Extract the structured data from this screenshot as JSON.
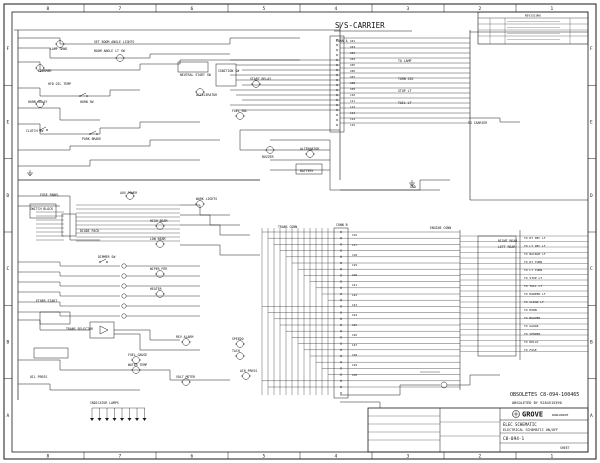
{
  "sheet": {
    "title": "S/S-CARRIER",
    "obsolete_line": "OBSOLETES C8-094-100465",
    "obsoleted_line": "OBSOLETED BY 9284515390",
    "company": "GROVE",
    "company_suffix": "WORLDWIDE",
    "drawing_title_1": "ELEC SCHEMATIC",
    "drawing_title_2": "ELECTRICAL SCHEMATIC ON/OFF",
    "drawing_number": "C8-094-1",
    "sheet_label": "SHEET",
    "revision_table_header": "REVISIONS"
  },
  "border": {
    "columns": [
      "8",
      "7",
      "6",
      "5",
      "4",
      "3",
      "2",
      "1"
    ],
    "rows": [
      "F",
      "E",
      "D",
      "C",
      "B",
      "A"
    ]
  },
  "labels": {
    "left_top_1": "SET BOOM ANGLE LIGHTS",
    "left_top_2": "BOOM ANGLE LT SW",
    "left_top_3": "LAMP GRND",
    "hyd_oil": "HYD OIL TEMP",
    "horn_relay": "HORN RELAY",
    "horn_sw": "HORN SW",
    "flasher": "FLASHER",
    "clutch_sw": "CLUTCH SW",
    "park_brake": "PARK BRAKE",
    "accel": "ACCELERATOR",
    "neutral_sw": "NEUTRAL START SW",
    "ignition": "IGNITION SW",
    "start_relay": "START RELAY",
    "fuel_sol": "FUEL SOL",
    "fuse_panel": "FUSE PANEL",
    "aux_power": "AUX POWER",
    "work_lights": "WORK LIGHTS",
    "buzzer": "BUZZER",
    "alternator": "ALTERNATOR",
    "battery": "BATTERY",
    "ground": "GND",
    "to_lamp": "TO LAMP",
    "turn_sig": "TURN SIG",
    "stop_lt": "STOP LT",
    "tail_lt": "TAIL LT",
    "right_rear": "RIGHT REAR",
    "left_rear": "LEFT REAR",
    "engine_conn": "ENGINE CONN",
    "trans_conn": "TRANS CONN",
    "to_carrier": "TO CARRIER",
    "high_beam": "HIGH BEAM",
    "low_beam": "LOW BEAM",
    "dimmer": "DIMMER SW",
    "wiper": "WIPER MTR",
    "heater": "HEATER",
    "ether": "ETHER START",
    "diode_pack": "DIODE PACK",
    "trans_sel": "TRANS SELECTOR",
    "rev_alarm": "REV ALARM",
    "speedo": "SPEEDO",
    "tach": "TACH",
    "fuel_gauge": "FUEL GAUGE",
    "water_temp": "WATER TEMP",
    "oil_press": "OIL PRESS",
    "volt_meter": "VOLT METER",
    "air_press": "AIR PRESS",
    "sw_block": "SWITCH BLOCK",
    "lamp_block": "INDICATOR LAMPS",
    "connector_a": "CONN A",
    "connector_b": "CONN B"
  },
  "right_block_labels": [
    "TO RT DEC LT",
    "TO LT DEC LT",
    "TO BACKUP LT",
    "TO RT TURN",
    "TO LT TURN",
    "TO STOP LT",
    "TO TAIL LT",
    "TO MARKER LT",
    "TO CLEAR LT",
    "TO HORN",
    "TO BUZZER",
    "TO GAUGE",
    "TO SENDER",
    "TO RELAY",
    "TO FUSE"
  ],
  "wire_numbers": [
    "101",
    "102",
    "103",
    "104",
    "105",
    "106",
    "107",
    "108",
    "109",
    "110",
    "111",
    "112",
    "113",
    "114",
    "115",
    "116",
    "117",
    "118",
    "119",
    "120",
    "121",
    "122",
    "123",
    "124",
    "125",
    "126",
    "127",
    "128",
    "129",
    "130"
  ]
}
